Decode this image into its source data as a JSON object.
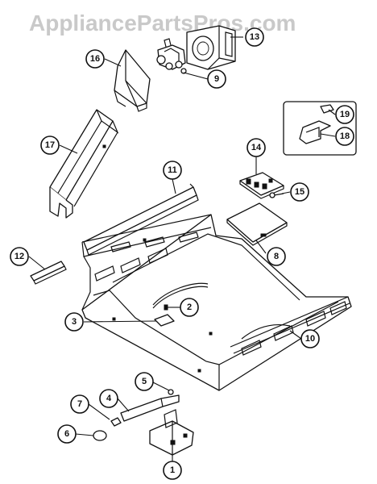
{
  "watermark": "AppliancePartsPros.com",
  "callouts": [
    "1",
    "2",
    "3",
    "4",
    "5",
    "6",
    "7",
    "8",
    "9",
    "10",
    "11",
    "12",
    "13",
    "14",
    "15",
    "16",
    "17",
    "18",
    "19"
  ]
}
